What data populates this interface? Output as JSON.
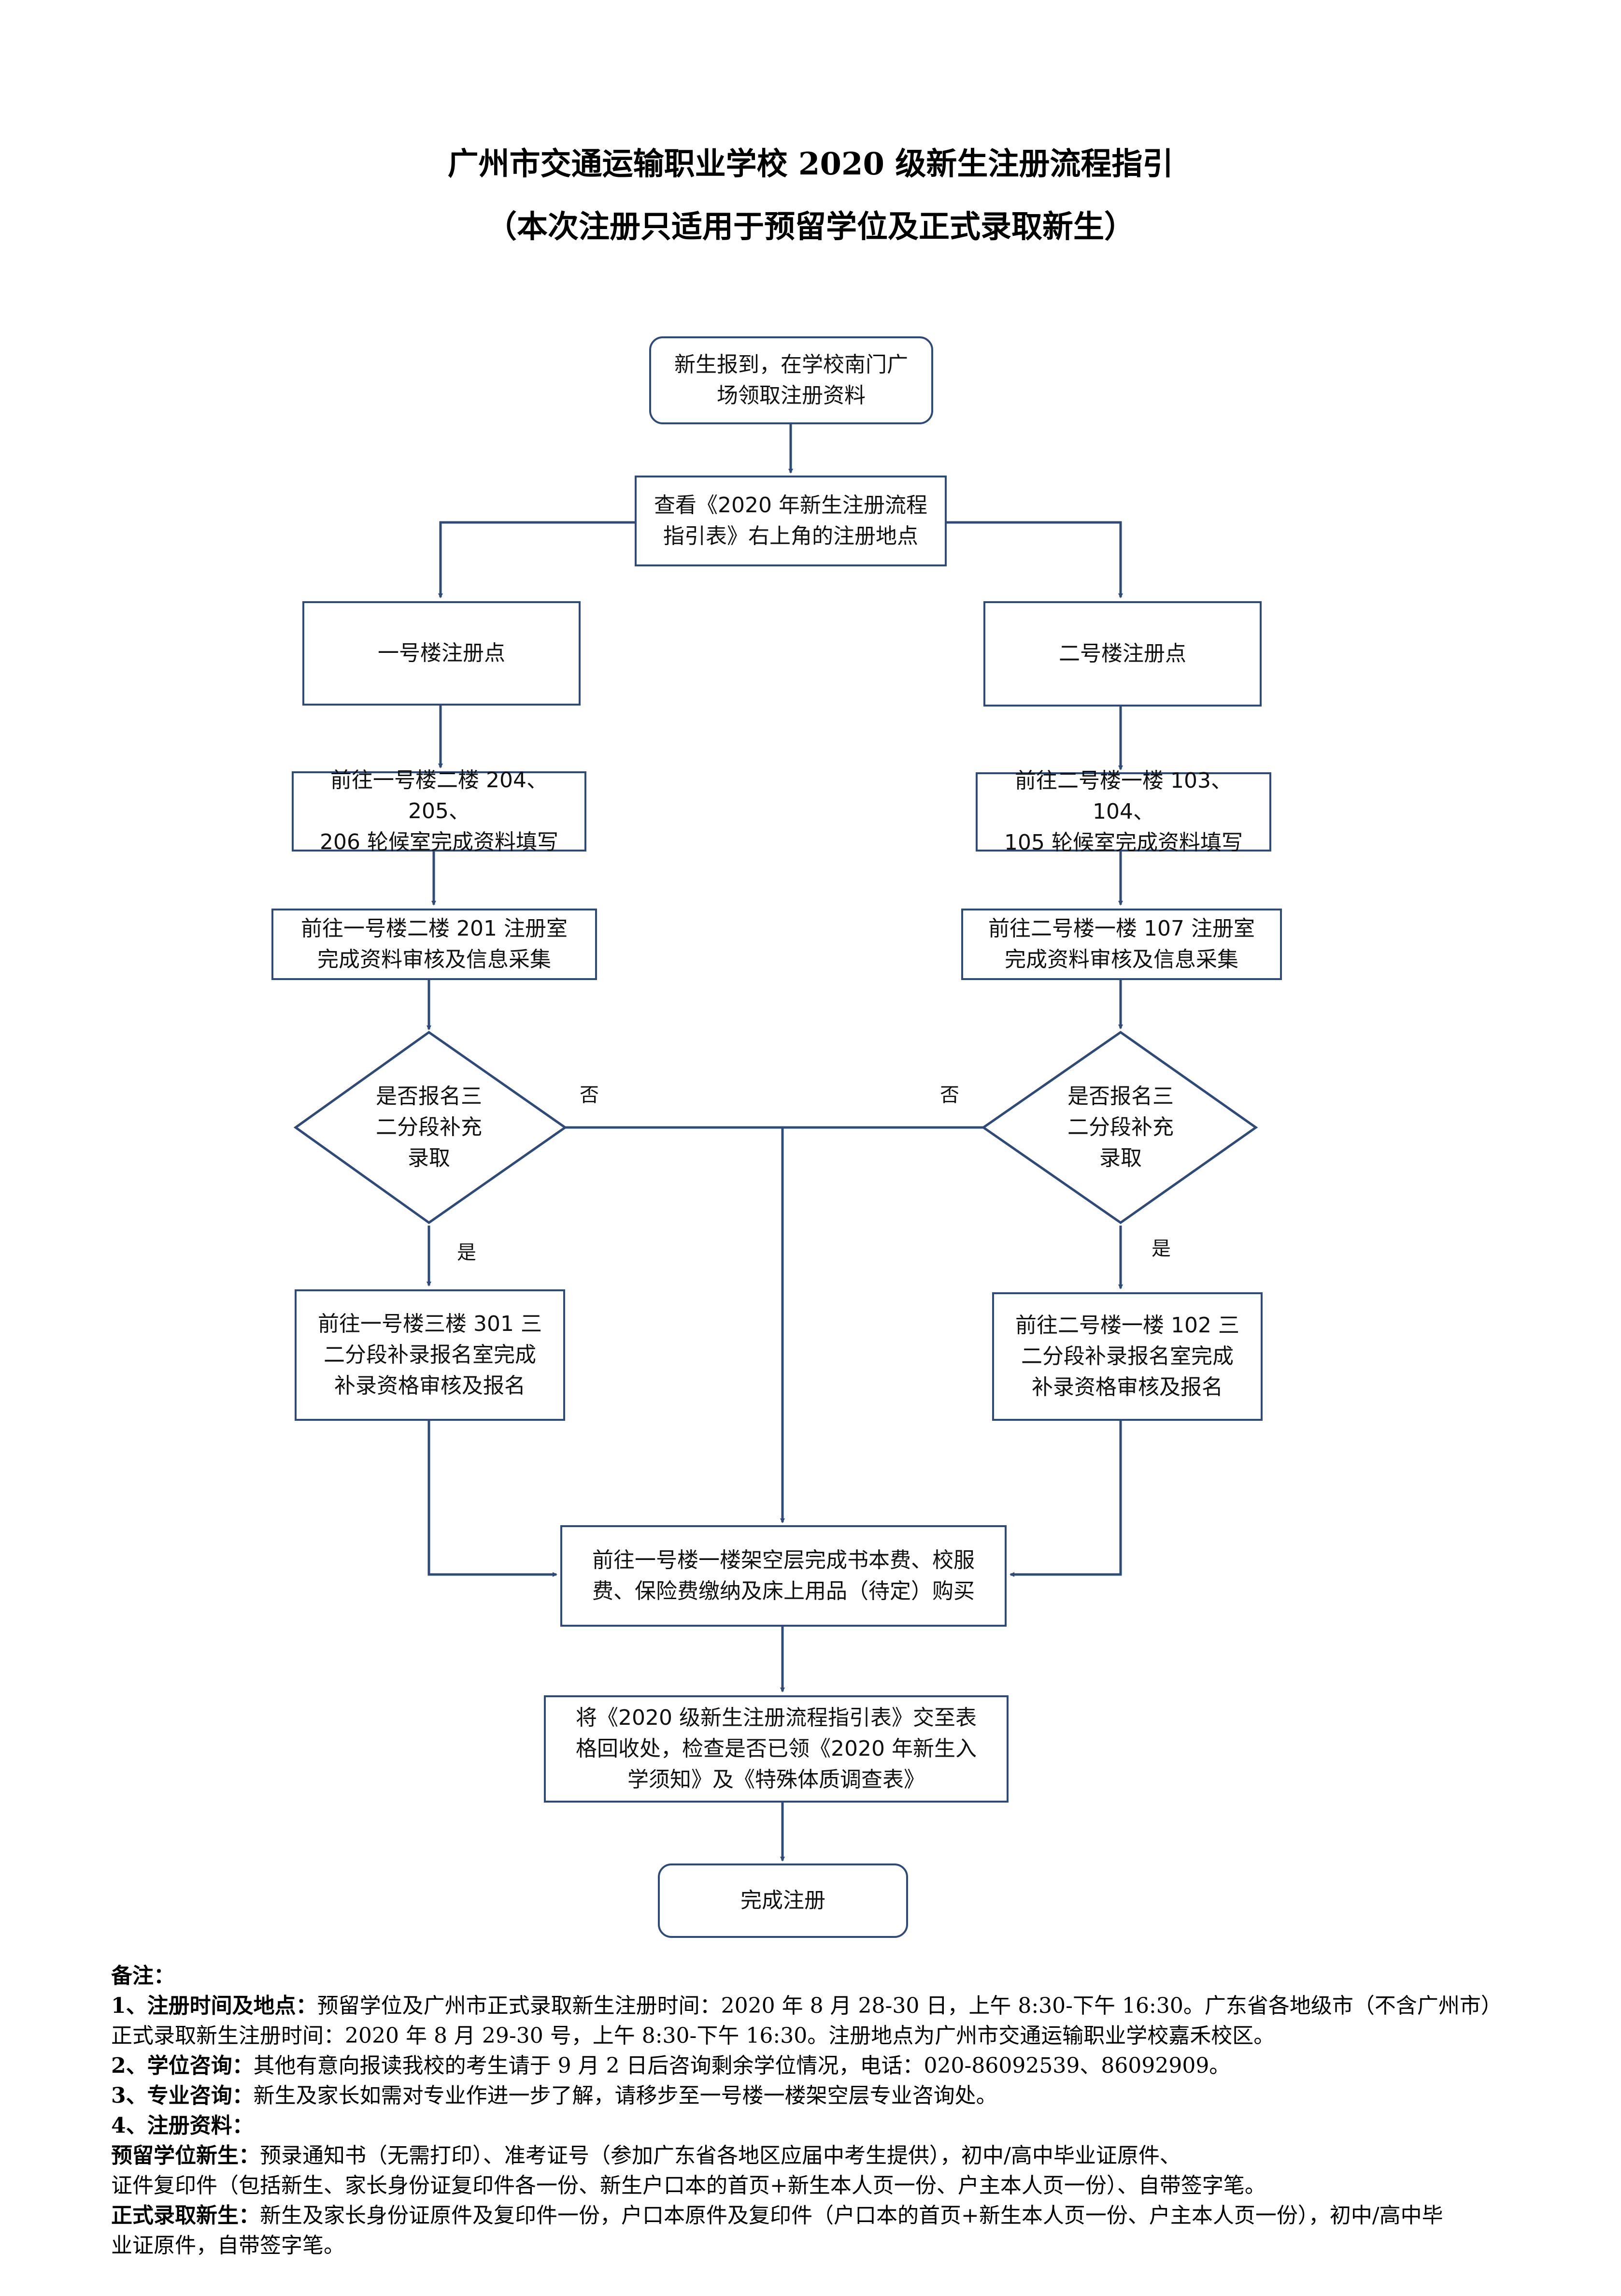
{
  "title": {
    "line1": "广州市交通运输职业学校 2020 级新生注册流程指引",
    "line2": "（本次注册只适用于预留学位及正式录取新生）"
  },
  "flowchart": {
    "nodes": {
      "start": "新生报到，在学校南门广\n场领取注册资料",
      "check_form": "查看《2020 年新生注册流程\n指引表》右上角的注册地点",
      "building1": "一号楼注册点",
      "building2": "二号楼注册点",
      "b1_fill_form": "前往一号楼二楼 204、205、\n206 轮候室完成资料填写",
      "b2_fill_form": "前往二号楼一楼 103、104、\n105 轮候室完成资料填写",
      "b1_review": "前往一号楼二楼 201 注册室\n完成资料审核及信息采集",
      "b2_review": "前往二号楼一楼 107 注册室\n完成资料审核及信息采集",
      "b1_decision": "是否报名三\n二分段补充\n录取",
      "b2_decision": "是否报名三\n二分段补充\n录取",
      "b1_supplement": "前往一号楼三楼 301 三\n二分段补录报名室完成\n补录资格审核及报名",
      "b2_supplement": "前往二号楼一楼 102 三\n二分段补录报名室完成\n补录资格审核及报名",
      "payment": "前往一号楼一楼架空层完成书本费、校服\n费、保险费缴纳及床上用品（待定）购买",
      "hand_in": "将《2020 级新生注册流程指引表》交至表\n格回收处，检查是否已领《2020 年新生入\n学须知》及《特殊体质调查表》",
      "finish": "完成注册"
    },
    "labels": {
      "no_left": "否",
      "no_right": "否",
      "yes_left": "是",
      "yes_right": "是"
    },
    "line_color": "#2e4a7a"
  },
  "notes": {
    "heading": "备注：",
    "item1_label": "1、注册时间及地点：",
    "item1_line1": "预留学位及广州市正式录取新生注册时间：2020 年 8 月 28-30 日，上午 8:30-下午 16:30。广东省各地级市（不含广州市）",
    "item1_line2": "正式录取新生注册时间：2020 年 8 月 29-30 号，上午 8:30-下午 16:30。注册地点为广州市交通运输职业学校嘉禾校区。",
    "item2_label": "2、学位咨询：",
    "item2_text": "其他有意向报读我校的考生请于 9 月 2 日后咨询剩余学位情况，电话：020-86092539、86092909。",
    "item3_label": "3、专业咨询：",
    "item3_text": "新生及家长如需对专业作进一步了解，请移步至一号楼一楼架空层专业咨询处。",
    "item4_label": "4、注册资料：",
    "reserved_label": "预留学位新生：",
    "reserved_line1": "预录通知书（无需打印）、准考证号（参加广东省各地区应届中考生提供），初中/高中毕业证原件、",
    "reserved_line2": "证件复印件（包括新生、家长身份证复印件各一份、新生户口本的首页+新生本人页一份、户主本人页一份）、自带签字笔。",
    "formal_label": "正式录取新生：",
    "formal_line1": "新生及家长身份证原件及复印件一份，户口本原件及复印件（户口本的首页+新生本人页一份、户主本人页一份），初中/高中毕",
    "formal_line2": "业证原件，自带签字笔。"
  }
}
